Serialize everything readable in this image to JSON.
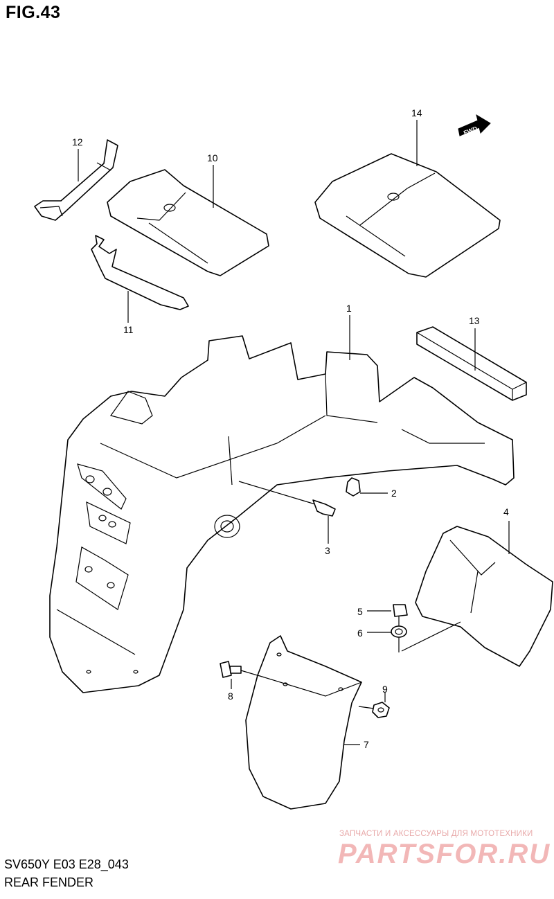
{
  "figure": {
    "title": "FIG.43"
  },
  "footer": {
    "code": "SV650Y E03 E28_043",
    "name": "REAR FENDER"
  },
  "direction_badge": {
    "text": "FWD"
  },
  "callouts": [
    "1",
    "2",
    "3",
    "4",
    "5",
    "6",
    "7",
    "8",
    "9",
    "10",
    "11",
    "12",
    "13",
    "14"
  ],
  "watermark": {
    "tagline": "ЗАПЧАСТИ И АКСЕССУАРЫ ДЛЯ МОТОТЕХНИКИ",
    "brand": "PARTSFOR.RU",
    "color": "#f2b7b7"
  }
}
